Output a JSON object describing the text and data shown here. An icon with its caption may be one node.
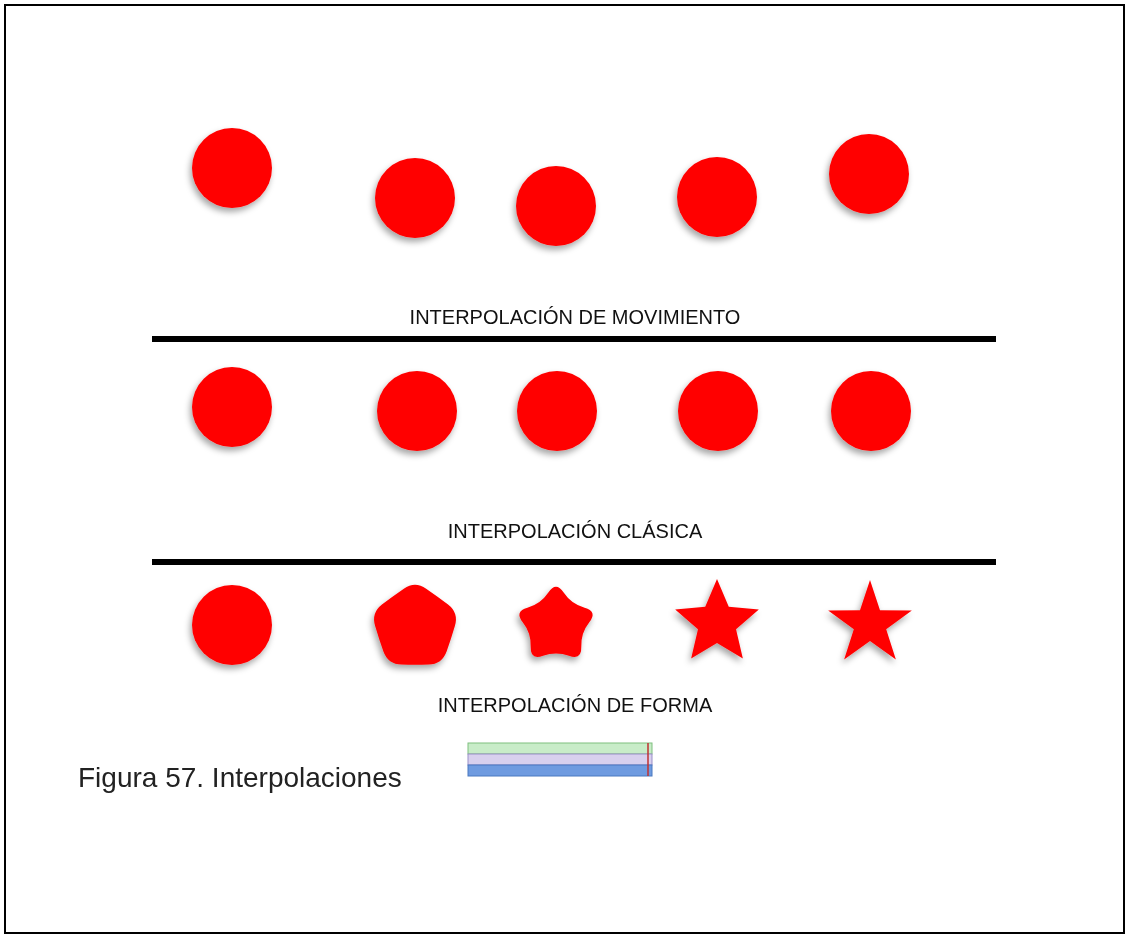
{
  "diagram": {
    "caption": "Figura 57. Interpolaciones",
    "labels": [
      "INTERPOLACIÓN DE MOVIMIENTO",
      "INTERPOLACIÓN CLÁSICA",
      "INTERPOLACIÓN DE FORMA"
    ]
  }
}
